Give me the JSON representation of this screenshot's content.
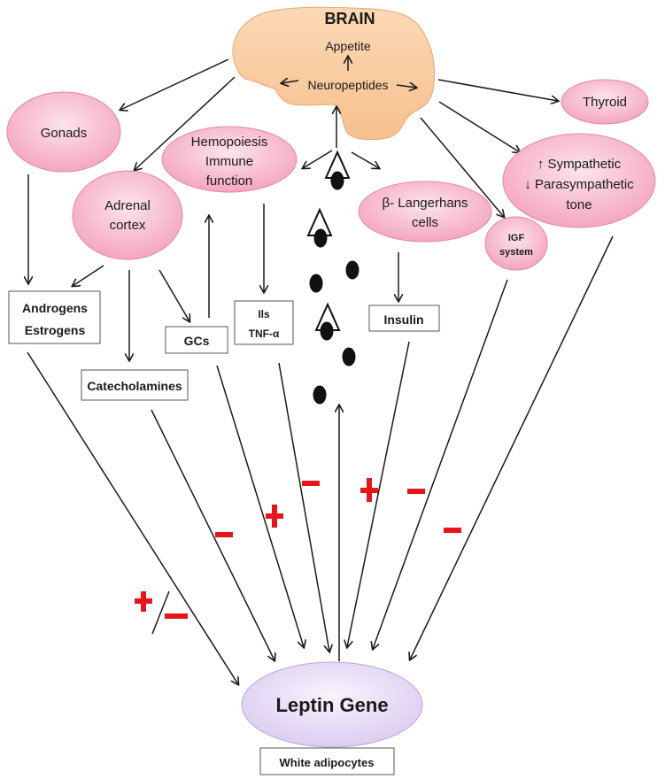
{
  "diagram": {
    "brain": {
      "title": "BRAIN",
      "appetite": "Appetite",
      "neuropeptides": "Neuropeptides",
      "color": "#f9c99a"
    },
    "nodes": {
      "gonads": "Gonads",
      "adrenal": [
        "Adrenal",
        "cortex"
      ],
      "hemopoiesis": [
        "Hemopoiesis",
        "Immune",
        "function"
      ],
      "langerhans": [
        "β- Langerhans",
        "cells"
      ],
      "igf": [
        "IGF",
        "system"
      ],
      "autonomic": [
        "↑ Sympathetic",
        "↓ Parasympathetic",
        "tone"
      ],
      "thyroid": "Thyroid"
    },
    "boxes": {
      "sex_steroids": [
        "Androgens",
        "Estrogens"
      ],
      "catecholamines": "Catecholamines",
      "gcs": "GCs",
      "ils": [
        "Ils",
        "TNF-α"
      ],
      "insulin": "Insulin",
      "white_adipocytes": "White adipocytes"
    },
    "target": {
      "label": "Leptin Gene",
      "color": "#e6dcf5"
    },
    "effects": [
      {
        "from": "Androgens/Estrogens",
        "sign": "+/−"
      },
      {
        "from": "Catecholamines",
        "sign": "−"
      },
      {
        "from": "GCs",
        "sign": "+"
      },
      {
        "from": "Ils/TNF-α",
        "sign": "−"
      },
      {
        "from": "Insulin",
        "sign": "+"
      },
      {
        "from": "IGF system",
        "sign": "−"
      },
      {
        "from": "Sympathetic tone",
        "sign": "−"
      }
    ],
    "colors": {
      "node_fill": "#f7b3c8",
      "sign": "#e8141c"
    }
  }
}
